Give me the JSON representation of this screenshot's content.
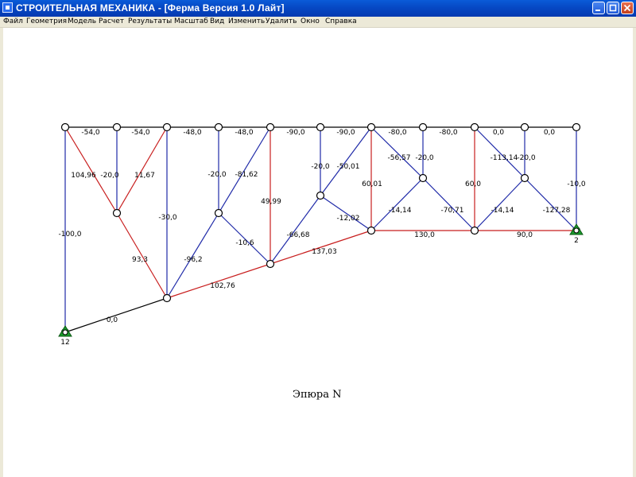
{
  "window": {
    "title": "СТРОИТЕЛЬНАЯ  МЕХАНИКА - [Ферма Версия 1.0 Лайт]"
  },
  "menu": {
    "items": [
      {
        "label": "Файл"
      },
      {
        "label": "Геометрия"
      },
      {
        "label": "Модель"
      },
      {
        "label": "Расчет"
      },
      {
        "label": "Результаты"
      },
      {
        "label": "Масштаб"
      },
      {
        "label": "Вид"
      },
      {
        "label": "Изменить"
      },
      {
        "label": "Удалить"
      },
      {
        "label": "Окно"
      },
      {
        "label": "Справка"
      }
    ]
  },
  "colors": {
    "compression": "#1f2aa8",
    "tension": "#c81e1e",
    "zero": "#000000",
    "support": "#1a9a2a"
  },
  "caption": "Эпюра  N",
  "support_labels": {
    "left": "12",
    "right": "2"
  },
  "icons": [
    "app-icon",
    "minimize-icon",
    "maximize-icon",
    "close-icon",
    "pin-support-icon"
  ],
  "member_labels": [
    "-54,0",
    "-54,0",
    "-48,0",
    "-48,0",
    "-90,0",
    "-90,0",
    "-80,0",
    "-80,0",
    "0,0",
    "0,0",
    "104,96",
    "-20,0",
    "11,67",
    "-30,0",
    "-20,0",
    "-81,62",
    "49,99",
    "-20,0",
    "-50,01",
    "-56,57",
    "-20,0",
    "60,01",
    "60,0",
    "-113,14",
    "-20,0",
    "-10,0",
    "-12,02",
    "-14,14",
    "-70,71",
    "-14,14",
    "-127,28",
    "-100,0",
    "93,3",
    "-96,2",
    "-10,6",
    "-66,68",
    "137,03",
    "130,0",
    "90,0",
    "102,76",
    "0,0"
  ]
}
